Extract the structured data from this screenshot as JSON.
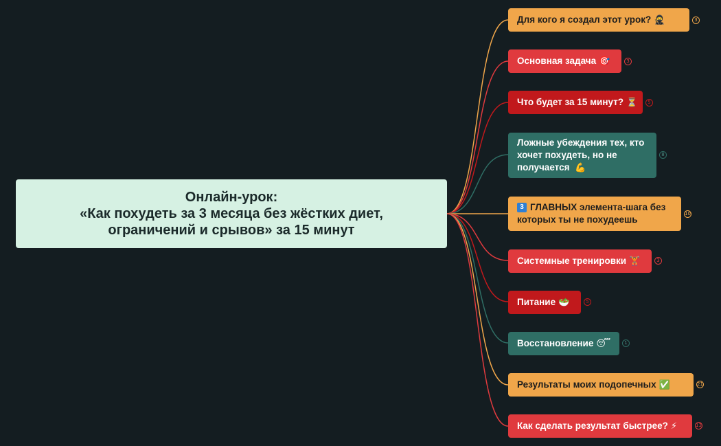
{
  "central": {
    "line1": "Онлайн-урок:",
    "line2": "«Как похудеть за 3 месяца без жёстких диет,",
    "line3": "ограничений и срывов» за 15 минут"
  },
  "colors": {
    "background": "#141d21",
    "central_bg": "#d6f1e3",
    "orange": "#f0a64a",
    "red": "#e03a3e",
    "dark_red": "#c1191c",
    "teal": "#2f6e65"
  },
  "branches": [
    {
      "label": "Для кого я создал этот урок?",
      "emoji": "🥷",
      "count": "3"
    },
    {
      "label": "Основная задача",
      "emoji": "🎯",
      "count": "3"
    },
    {
      "label": "Что будет за 15 минут?",
      "emoji": "⏳",
      "count": "5"
    },
    {
      "label_line1": "Ложные убеждения тех, кто",
      "label_line2": "хочет похудеть, но не",
      "label_line3": "получается",
      "emoji": "💪",
      "count": "8"
    },
    {
      "num_icon": "3",
      "label_bold": "ГЛАВНЫХ",
      "label_rest": " элемента-шага без",
      "label_line2": "которых ты не похудеешь",
      "count": "10"
    },
    {
      "label": "Системные тренировки",
      "emoji": "🏋",
      "count": "3"
    },
    {
      "label": "Питание",
      "emoji": "🥗",
      "count": "5"
    },
    {
      "label": "Восстановление",
      "emoji": "😴",
      "count": "1"
    },
    {
      "label": "Результаты моих подопечных",
      "emoji": "✅",
      "count": "21"
    },
    {
      "label": "Как сделать результат быстрее?",
      "emoji": "⚡",
      "count": "13"
    }
  ]
}
